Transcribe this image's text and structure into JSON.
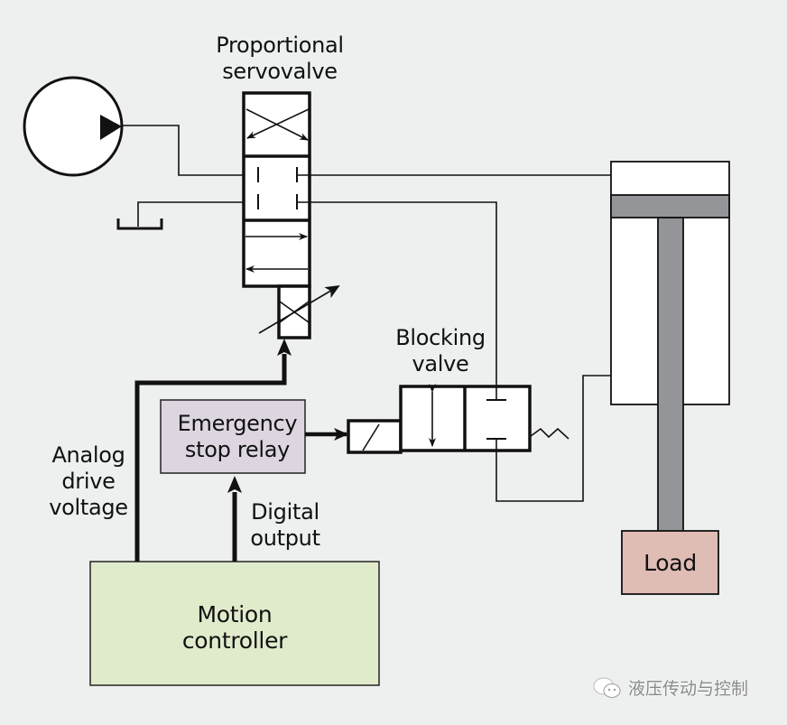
{
  "labels": {
    "servovalve": [
      "Proportional",
      "servovalve"
    ],
    "blocking_valve": [
      "Blocking",
      "valve"
    ],
    "emergency_stop": [
      "Emergency",
      "stop relay"
    ],
    "analog": [
      "Analog",
      "drive",
      "voltage"
    ],
    "digital": [
      "Digital",
      "output"
    ],
    "motion_controller": [
      "Motion",
      "controller"
    ],
    "load": "Load"
  },
  "watermark": {
    "icon": "wechat-icon",
    "text": "液压传动与控制"
  },
  "colors": {
    "background": "#eef0f0",
    "emergency_fill": "#ddd6e1",
    "controller_fill": "#e0ebcc",
    "load_fill": "#dfbdb4",
    "piston_gray": "#939598",
    "line": "#111111"
  }
}
